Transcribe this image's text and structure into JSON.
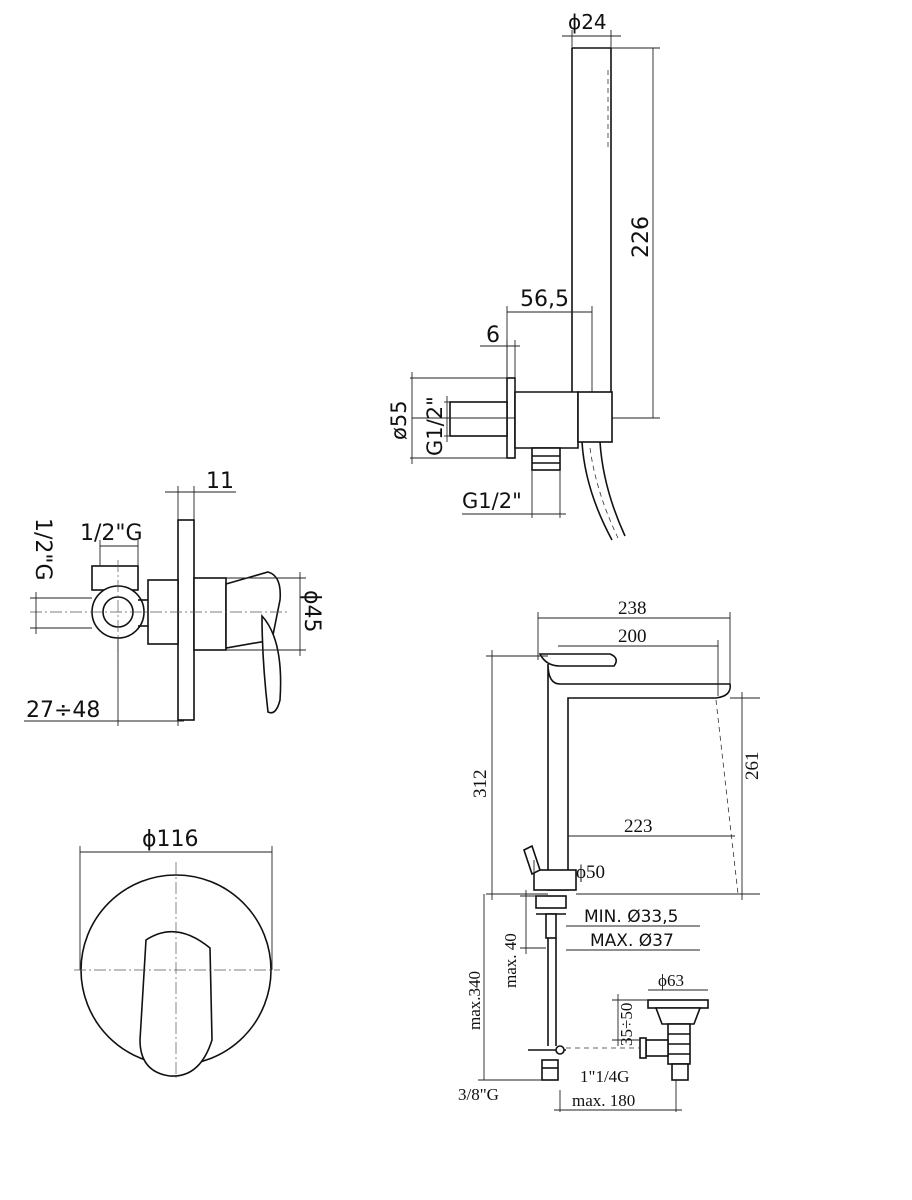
{
  "shower_set": {
    "d_handshower": "ϕ24",
    "h_handshower": "226",
    "d_outlet_offset": "56,5",
    "d_plate_thickness": "6",
    "d_wall_plate": "ø55",
    "thread_wall": "G1/2\"",
    "thread_bottom": "G1/2\""
  },
  "mixer_side": {
    "d_depth": "11",
    "thread_side": "1/2\"G",
    "thread_top": "1/2\"G",
    "d_body": "ϕ45",
    "range_depth": "27÷48"
  },
  "mixer_front": {
    "d_plate": "ϕ116"
  },
  "basin_mixer": {
    "d_length_total": "238",
    "d_length": "200",
    "d_height_total": "312",
    "d_spout_height": "261",
    "d_clearance": "223",
    "d_base": "ϕ50",
    "hole_min": "MIN. Ø33,5",
    "hole_max": "MAX. Ø37",
    "max_deck": "max. 40",
    "max_hose": "max.340",
    "thread_supply": "3/8\"G",
    "waste_dia": "ϕ63",
    "waste_range": "35÷50",
    "waste_thread": "1\"1/4G",
    "max_distance": "max. 180"
  }
}
